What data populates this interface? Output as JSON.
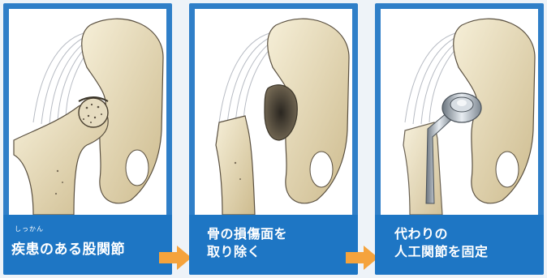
{
  "steps": [
    {
      "ruby": "しっかん",
      "lines": [
        "疾患のある股関節"
      ]
    },
    {
      "lines": [
        "骨の損傷面を",
        "取り除く"
      ]
    },
    {
      "lines": [
        "代わりの",
        "人工関節を固定"
      ]
    }
  ],
  "colors": {
    "panel_blue": "#2f7fc8",
    "caption_blue": "#1e76c4",
    "arrow_orange": "#f5a33c",
    "bone": "#ece2c2",
    "bone_shade": "#c9b98f",
    "implant": "#9aa4ae"
  },
  "icons": [
    "hip-bone-icon",
    "femur-icon",
    "muscle-icon",
    "damage-icon",
    "implant-icon",
    "arrow-right-icon"
  ]
}
